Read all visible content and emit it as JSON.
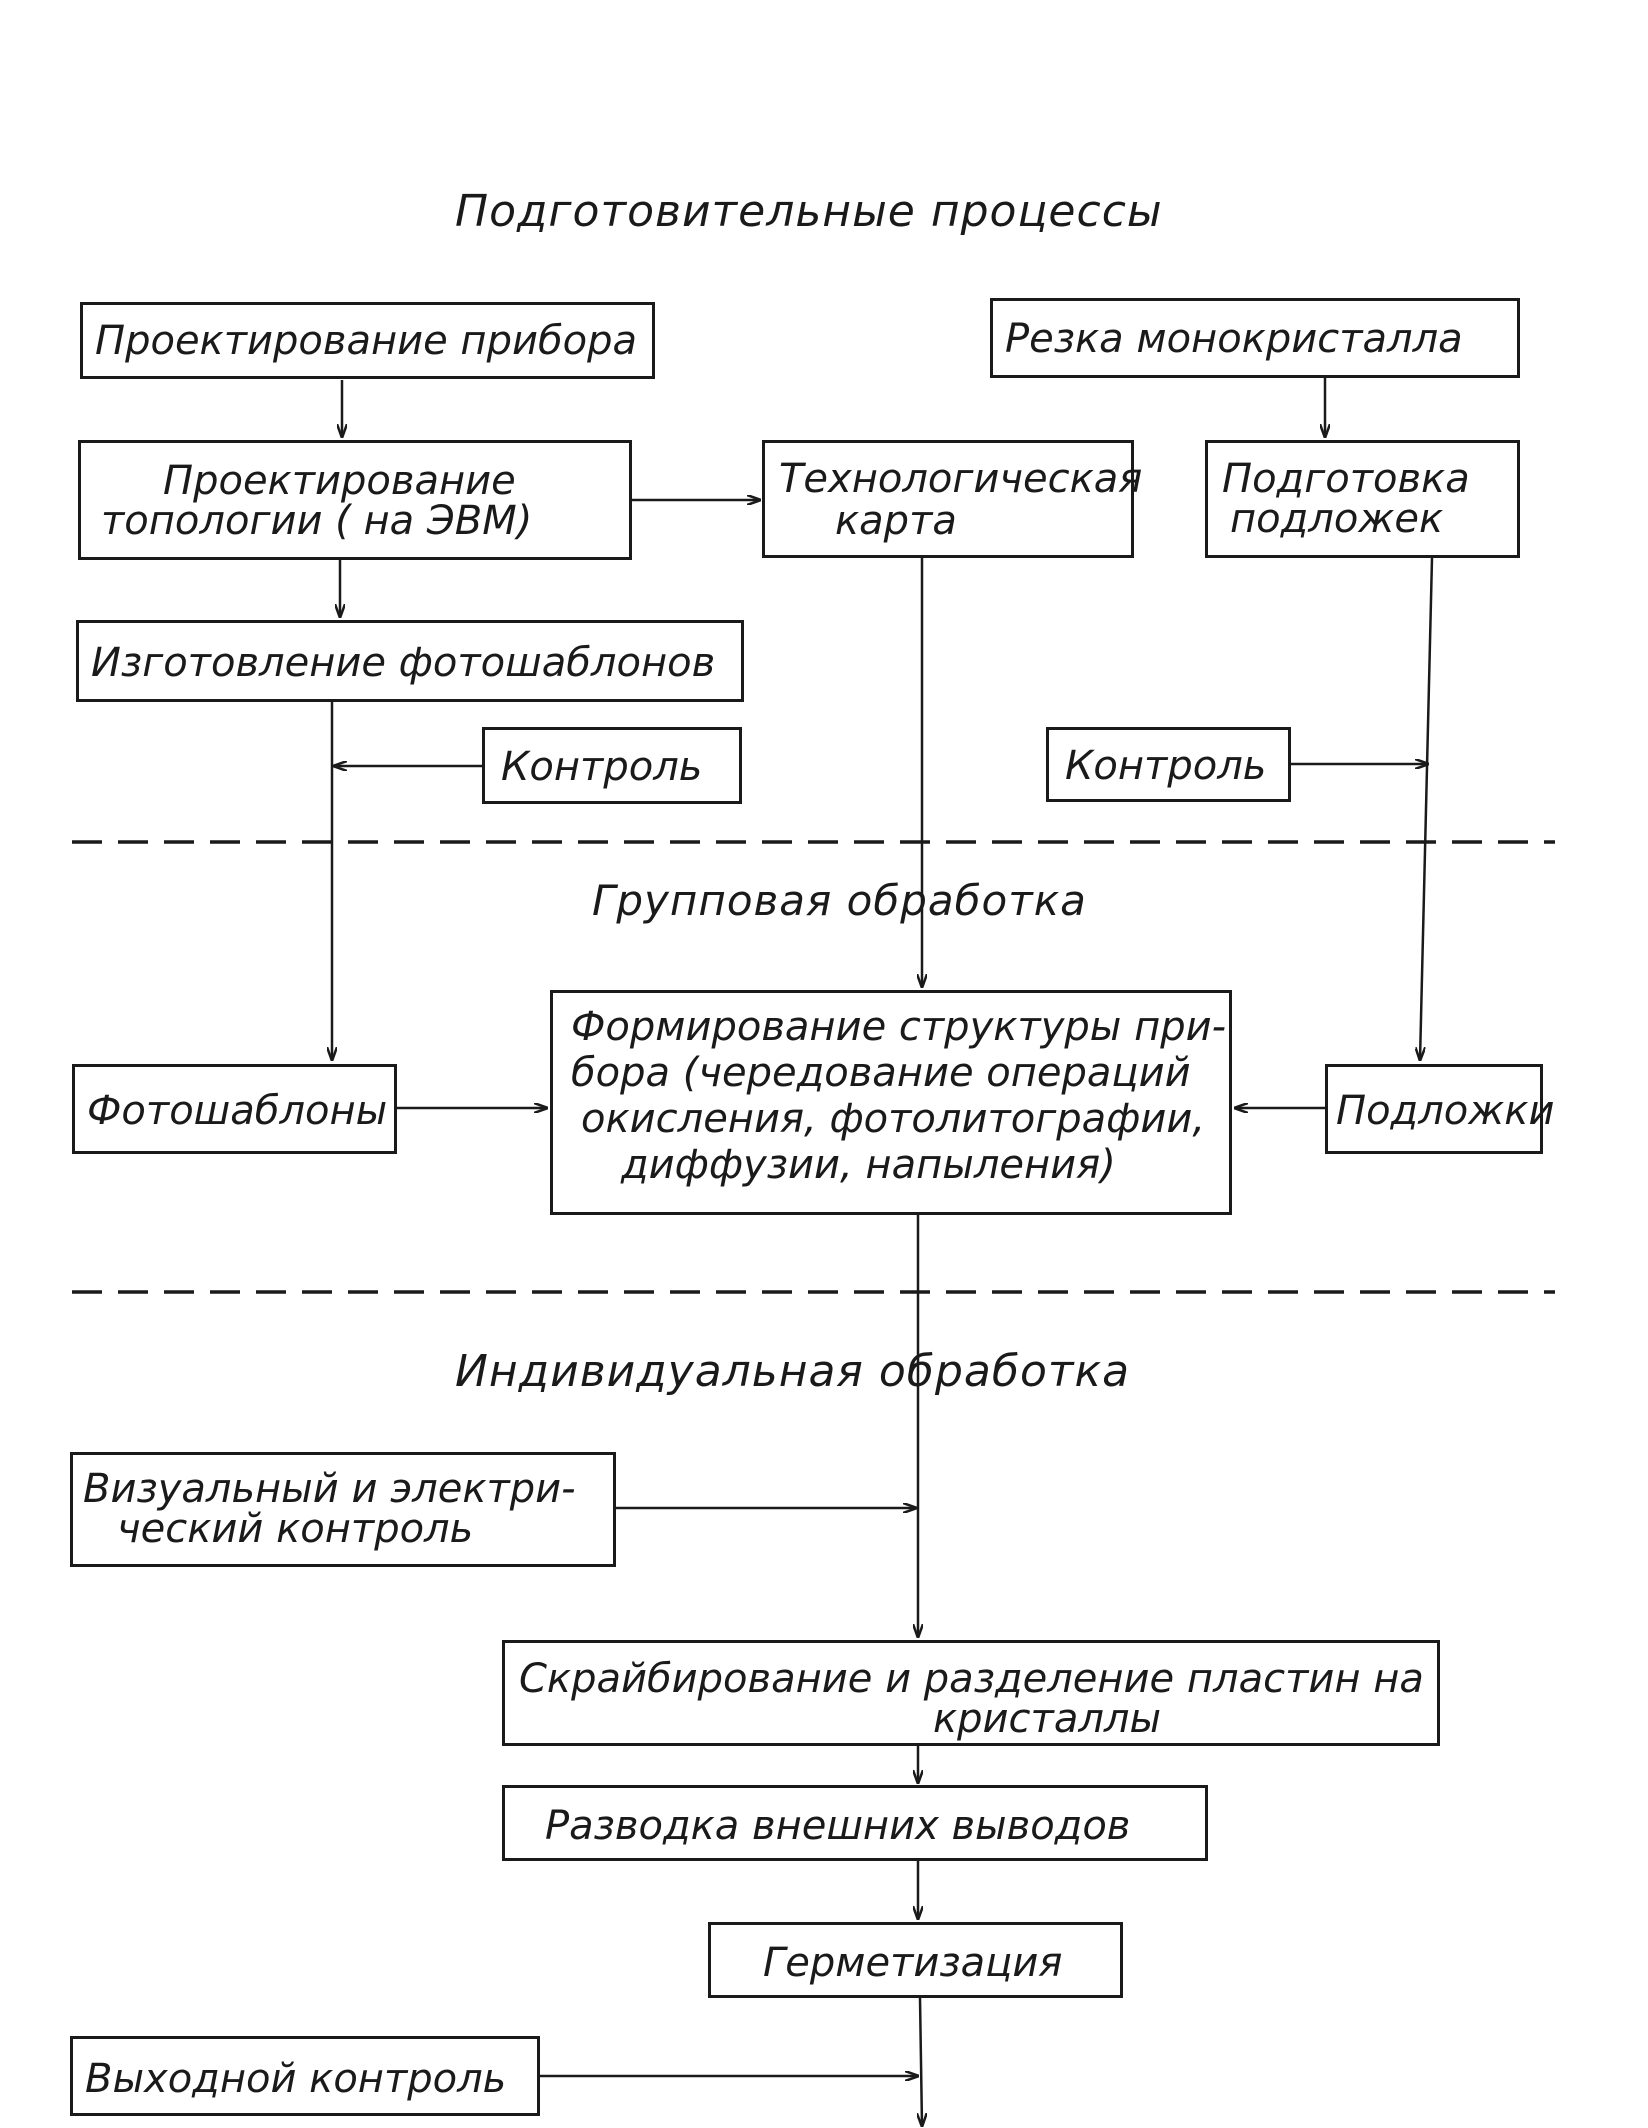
{
  "sections": {
    "preparatory": "Подготовительные процессы",
    "group": "Групповая обработка",
    "individual": "Индивидуальная обработка"
  },
  "boxes": {
    "device_design": "Проектирование прибора",
    "crystal_cutting": "Резка монокристалла",
    "topology_l1": "Проектирование",
    "topology_l2": "топологии ( на ЭВМ)",
    "tech_map_l1": "Технологическая",
    "tech_map_l2": "карта",
    "substrate_prep_l1": "Подготовка",
    "substrate_prep_l2": "подложек",
    "photomask_making": "Изготовление фотошаблонов",
    "control_left": "Контроль",
    "control_right": "Контроль",
    "photomasks": "Фотошаблоны",
    "structure_l1": "Формирование структуры при-",
    "structure_l2": "бора (чередование операций",
    "structure_l3": "окисления, фотолитографии,",
    "structure_l4": "диффузии, напыления)",
    "substrates": "Подложки",
    "visual_l1": "Визуальный  и электри-",
    "visual_l2": "ческий  контроль",
    "scribing_l1": "Скрайбирование  и разделение пластин  на",
    "scribing_l2": "кристаллы",
    "wiring": "Разводка   внешних   выводов",
    "sealing": "Герметизация",
    "output_control": "Выходной контроль"
  }
}
